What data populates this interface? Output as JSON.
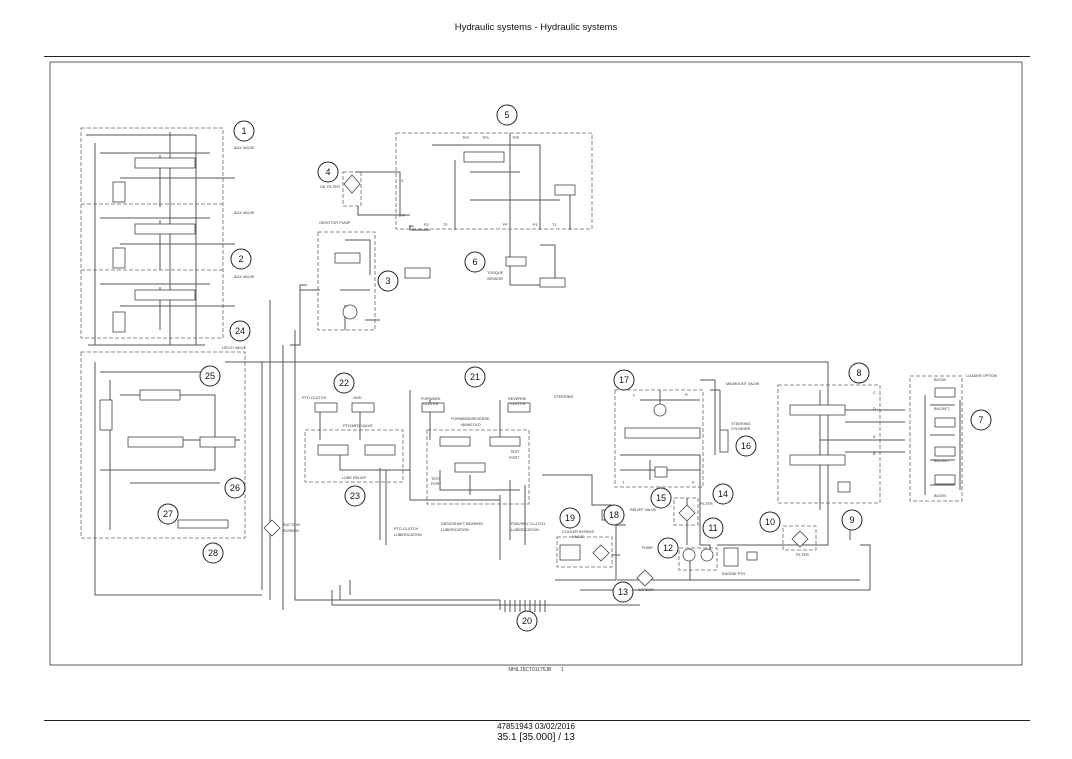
{
  "header": {
    "title": "Hydraulic systems - Hydraulic systems"
  },
  "figure_ref": {
    "code": "NHIL15CT01175JB",
    "number": "1"
  },
  "footer": {
    "doc": "47851943 03/02/2016",
    "page": "35.1 [35.000] / 13"
  },
  "callouts": [
    "1",
    "2",
    "3",
    "4",
    "5",
    "6",
    "7",
    "8",
    "9",
    "10",
    "11",
    "12",
    "13",
    "14",
    "15",
    "16",
    "17",
    "18",
    "19",
    "20",
    "21",
    "22",
    "23",
    "24",
    "25",
    "26",
    "27",
    "28"
  ],
  "labels": {
    "aux_valve_1": "AUX VALVE",
    "aux_valve_2": "AUX VALVE",
    "aux_valve_3": "AUX VALVE",
    "hitch_valve": "HITCH VALVE",
    "oil_filter": "OIL FILTER",
    "gerotor_pump": "GEROTOR PUMP",
    "torque_sensor_1": "TORQUE",
    "torque_sensor_2": "SENSOR",
    "tp2": "TP2",
    "tp1": "TP1",
    "tpf": "TPF",
    "x": "X",
    "tpp": "TPP",
    "pp": "PP",
    "p2": "P2",
    "t2": "T2",
    "pf": "PF",
    "p1": "P1",
    "t1": "T1",
    "pto_clutch": "PTO CLUTCH",
    "fourwd": "4WD",
    "pto_mfd_valve": "PTO/MFD VALVE",
    "lube_relief": "LUBE RELIEF",
    "forward_clutch_1": "FORWARD",
    "forward_clutch_2": "CLUTCH",
    "reverse_clutch_1": "REVERSE",
    "reverse_clutch_2": "CLUTCH",
    "manifold_1": "FORWARD/REVERSE",
    "manifold_2": "MANIFOLD",
    "steering": "STEERING",
    "test_port_a1": "TEST",
    "test_port_a2": "PORT",
    "test_port_b1": "TEST",
    "test_port_b2": "PORT",
    "suction_screen_1": "SUCTION",
    "suction_screen_2": "SCREEN",
    "pto_lube_1": "PTO CLUTCH",
    "pto_lube_2": "LUBERICATION",
    "driveshaft_lube_1": "DRIVESHAFT BEARING",
    "driveshaft_lube_2": "LUBERICATION",
    "fwdrev_lube_1": "FWD/REV CLUTCH",
    "fwdrev_lube_2": "LUBERICATION",
    "cooler_bypass_1": "COOLER BYPASS",
    "cooler_bypass_2": "VALVE",
    "relief_valve": "RELIEF VALVE",
    "filter_14": "FILTER",
    "pump": "PUMP",
    "engine_pto": "ENGINE PTO",
    "screen": "SCREEN",
    "filter_10": "FILTER",
    "midmount_valve": "MIDMOUNT VALVE",
    "steering_cyl_1": "STEERING",
    "steering_cyl_2": "CYLINDER",
    "loader_option": "LOADER OPTION",
    "boom_top": "BOOM",
    "bucket_1": "BUCKET",
    "bucket_2": "BUCKET",
    "boom_bottom": "BOOM",
    "port_c": "C",
    "port_d": "D",
    "port_a": "A",
    "port_b": "B",
    "port_l": "L",
    "port_r": "R",
    "port_t": "T",
    "port_p": "P"
  }
}
